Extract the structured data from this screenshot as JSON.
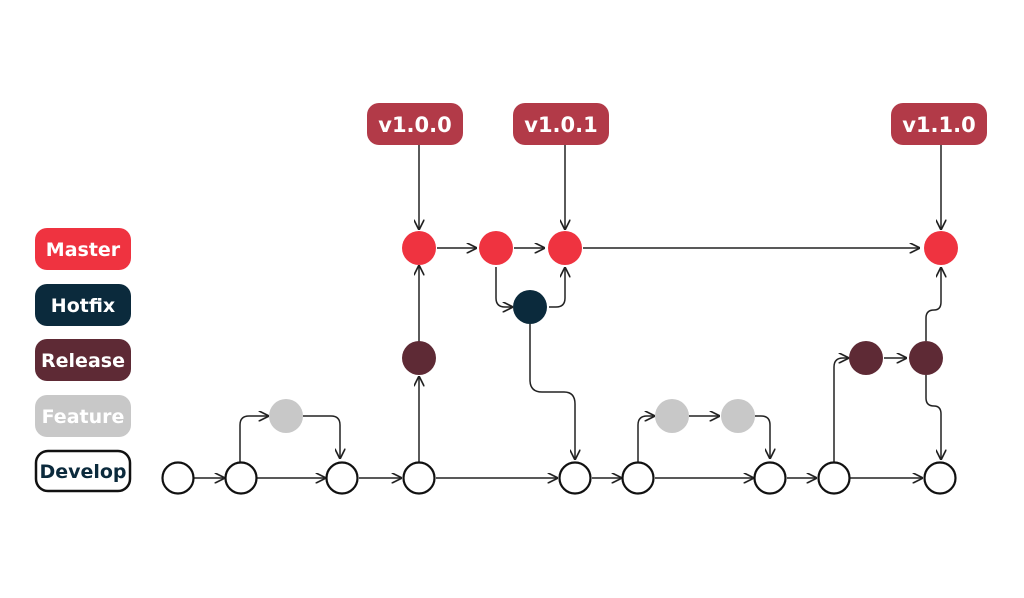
{
  "lanes": [
    {
      "key": "master",
      "label": "Master",
      "fill": "#ef3340",
      "text": "#ffffff",
      "stroke": "none"
    },
    {
      "key": "hotfix",
      "label": "Hotfix",
      "fill": "#0b2a3c",
      "text": "#ffffff",
      "stroke": "none"
    },
    {
      "key": "release",
      "label": "Release",
      "fill": "#5e2a35",
      "text": "#ffffff",
      "stroke": "none"
    },
    {
      "key": "feature",
      "label": "Feature",
      "fill": "#c8c8c8",
      "text": "#ffffff",
      "stroke": "none"
    },
    {
      "key": "develop",
      "label": "Develop",
      "fill": "#ffffff",
      "text": "#0b2a3c",
      "stroke": "#111111"
    }
  ],
  "tags": [
    {
      "key": "v100",
      "label": "v1.0.0",
      "fill": "#b23a48",
      "text": "#ffffff"
    },
    {
      "key": "v101",
      "label": "v1.0.1",
      "fill": "#b23a48",
      "text": "#ffffff"
    },
    {
      "key": "v110",
      "label": "v1.1.0",
      "fill": "#b23a48",
      "text": "#ffffff"
    }
  ],
  "colors": {
    "master": "#ef3340",
    "hotfix": "#0b2a3c",
    "release": "#5e2a35",
    "feature": "#c8c8c8",
    "develop_fill": "#ffffff",
    "line": "#222222"
  }
}
